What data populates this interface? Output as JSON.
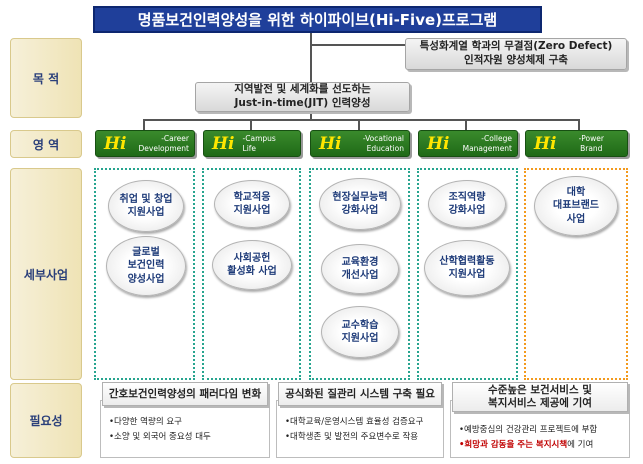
{
  "title": "명품보건인력양성을 위한 하이파이브(Hi-Five)프로그램",
  "rows": {
    "purpose": "목  적",
    "area": "영  역",
    "detail": "세부사업",
    "need": "필요성"
  },
  "goals": {
    "top_line1": "특성화계열 학과의 무결점(Zero Defect)",
    "top_line2": "인적자원 양성체제 구축",
    "mid_line1": "지역발전 및 세계화를 선도하는",
    "mid_line2": "Just-in-time(JIT) 인력양성"
  },
  "areas": [
    {
      "hi": "Hi",
      "line1": "-Career",
      "line2": "Development"
    },
    {
      "hi": "Hi",
      "line1": "-Campus",
      "line2": "Life"
    },
    {
      "hi": "Hi",
      "line1": "-Vocational",
      "line2": "Education"
    },
    {
      "hi": "Hi",
      "line1": "-College",
      "line2": "Management"
    },
    {
      "hi": "Hi",
      "line1": "-Power",
      "line2": "Brand"
    }
  ],
  "projects": [
    [
      "취업 및 창업\n지원사업",
      "글로벌\n보건인력\n양성사업"
    ],
    [
      "학교적응\n지원사업",
      "사회공헌\n활성화 사업"
    ],
    [
      "현장실무능력\n강화사업",
      "교육환경\n개선사업",
      "교수학습\n지원사업"
    ],
    [
      "조직역량\n강화사업",
      "산학협력활동\n지원사업"
    ],
    [
      "대학\n대표브랜드\n사업"
    ]
  ],
  "needs": [
    {
      "head": "간호보건인력양성의 패러다임 변화",
      "items": [
        "•다양한 역량의 요구",
        "•소양 및 외국어 중요성 대두"
      ]
    },
    {
      "head": "공식화된 질관리 시스템 구축 필요",
      "items": [
        "•대학교육/운영시스템 효율성 검증요구",
        "•대학생존 및 발전의 주요변수로 작용"
      ]
    },
    {
      "head_line1": "수준높은 보건서비스 및",
      "head_line2": "복지서비스 제공에 기여",
      "items": [
        "•예방중심의 건강관리 프로젝트에 부합"
      ],
      "item2_hl": "•희망과 감동을 주는 복지시책",
      "item2_rest": "에 기여"
    }
  ]
}
